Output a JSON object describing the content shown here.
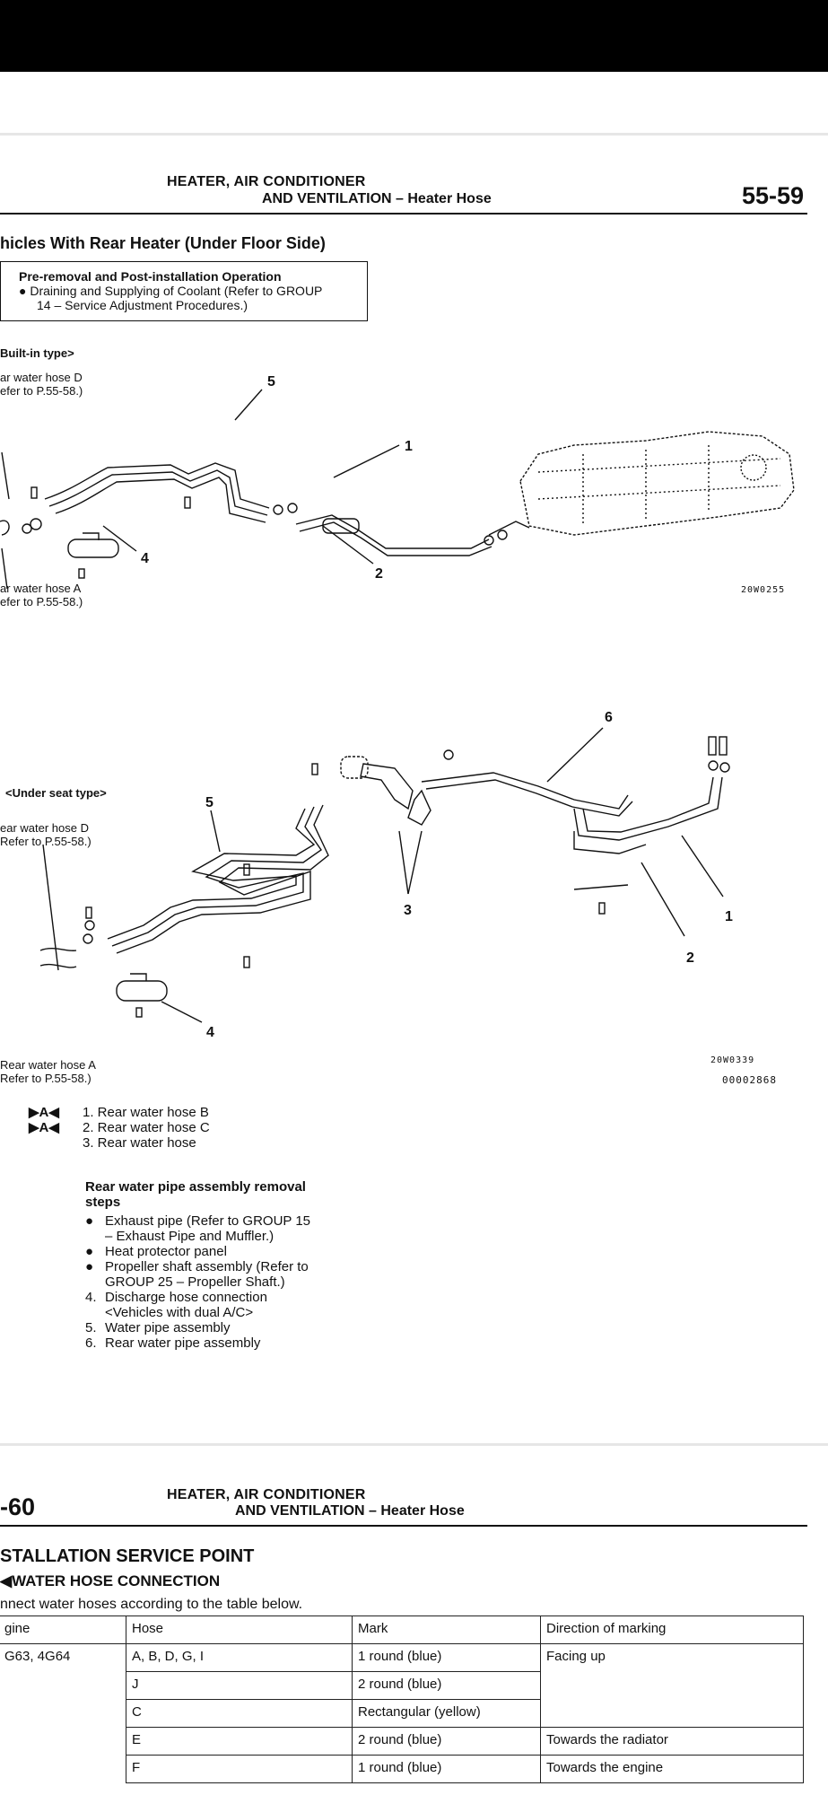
{
  "page1": {
    "header_line1": "HEATER, AIR CONDITIONER",
    "header_line2": "AND VENTILATION – Heater Hose",
    "page_number": "55-59",
    "section_title": "hicles With Rear Heater (Under Floor Side)",
    "operation_box": {
      "title": "Pre-removal and Post-installation Operation",
      "line1": "●  Draining and Supplying of Coolant (Refer to GROUP",
      "line2": "14 – Service Adjustment Procedures.)"
    },
    "diagram1": {
      "type_label": "Built-in type>",
      "ref_d_1": "ar water hose D",
      "ref_d_2": "efer to P.55-58.)",
      "ref_a_1": "ar water hose A",
      "ref_a_2": "efer to P.55-58.)",
      "n1": "1",
      "n2": "2",
      "n4": "4",
      "n5": "5",
      "code": "20W0255"
    },
    "diagram2": {
      "type_label": "<Under seat type>",
      "ref_d_1": "ear water hose D",
      "ref_d_2": "Refer to P.55-58.)",
      "ref_a_1": "Rear water hose A",
      "ref_a_2": "Refer to P.55-58.)",
      "n1": "1",
      "n2": "2",
      "n3": "3",
      "n4": "4",
      "n5": "5",
      "n6": "6",
      "code": "20W0339",
      "code2": "00002868"
    },
    "removal_steps": [
      {
        "mark": "▶A◀",
        "text": "1. Rear water hose B"
      },
      {
        "mark": "▶A◀",
        "text": "2. Rear water hose C"
      },
      {
        "mark": "",
        "text": "3. Rear water hose"
      }
    ],
    "pipe_steps": {
      "title_line1": "Rear water pipe assembly removal",
      "title_line2": "steps",
      "items": [
        {
          "bullet": "●",
          "text": "Exhaust pipe (Refer to GROUP 15"
        },
        {
          "bullet": "",
          "text": "– Exhaust Pipe and Muffler.)"
        },
        {
          "bullet": "●",
          "text": "Heat protector panel"
        },
        {
          "bullet": "●",
          "text": "Propeller shaft assembly (Refer to"
        },
        {
          "bullet": "",
          "text": "GROUP 25 – Propeller Shaft.)"
        },
        {
          "bullet": "4.",
          "text": "Discharge hose connection"
        },
        {
          "bullet": "",
          "text": "<Vehicles with dual A/C>"
        },
        {
          "bullet": "5.",
          "text": "Water pipe assembly"
        },
        {
          "bullet": "6.",
          "text": "Rear water pipe assembly"
        }
      ]
    }
  },
  "page2": {
    "page_number": "-60",
    "header_line1": "HEATER, AIR CONDITIONER",
    "header_line2": "AND VENTILATION – Heater Hose",
    "section_title": "STALLATION SERVICE POINT",
    "subsection": "◀WATER HOSE CONNECTION",
    "intro": "nnect water hoses according to the table below.",
    "table": {
      "headers": [
        "gine",
        "Hose",
        "Mark",
        "Direction of marking"
      ],
      "rows": [
        [
          "G63, 4G64",
          "A, B, D, G, I",
          "1 round (blue)",
          "Facing up"
        ],
        [
          "",
          "J",
          "2 round (blue)",
          ""
        ],
        [
          "",
          "C",
          "Rectangular (yellow)",
          ""
        ],
        [
          "",
          "E",
          "2 round (blue)",
          "Towards the radiator"
        ],
        [
          "",
          "F",
          "1 round (blue)",
          "Towards the engine"
        ]
      ]
    }
  }
}
